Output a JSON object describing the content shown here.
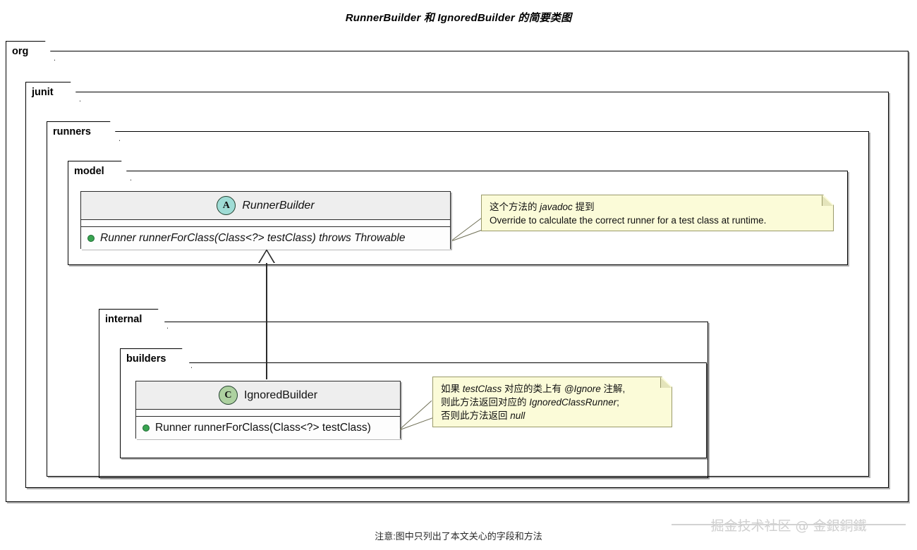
{
  "diagram": {
    "title": "RunnerBuilder 和 IgnoredBuilder 的简要类图",
    "footer": "注意:图中只列出了本文关心的字段和方法",
    "watermark": "掘金技术社区 @ 金銀銅鐵"
  },
  "packages": {
    "org": "org",
    "junit": "junit",
    "runners": "runners",
    "model": "model",
    "internal": "internal",
    "builders": "builders"
  },
  "classes": [
    {
      "name": "RunnerBuilder",
      "stereotype_letter": "A",
      "kind": "abstract",
      "badge_color": "#9fdcd5",
      "method": "Runner runnerForClass(Class<?> testClass) throws Throwable",
      "visibility": "public"
    },
    {
      "name": "IgnoredBuilder",
      "stereotype_letter": "C",
      "kind": "class",
      "badge_color": "#add1a0",
      "method": "Runner runnerForClass(Class<?> testClass)",
      "visibility": "public"
    }
  ],
  "notes": [
    {
      "id": "note-runnerbuilder",
      "lines": [
        [
          {
            "t": "这个方法的 ",
            "i": false
          },
          {
            "t": "javadoc",
            "i": true
          },
          {
            "t": " 提到",
            "i": false
          }
        ],
        [
          {
            "t": "Override to calculate the correct runner for a test class at runtime.",
            "i": false
          }
        ]
      ]
    },
    {
      "id": "note-ignoredbuilder",
      "lines": [
        [
          {
            "t": "如果 ",
            "i": false
          },
          {
            "t": "testClass",
            "i": true
          },
          {
            "t": " 对应的类上有 ",
            "i": false
          },
          {
            "t": "@Ignore",
            "i": true
          },
          {
            "t": " 注解,",
            "i": false
          }
        ],
        [
          {
            "t": "则此方法返回对应的 ",
            "i": false
          },
          {
            "t": "IgnoredClassRunner",
            "i": true
          },
          {
            "t": ";",
            "i": false
          }
        ],
        [
          {
            "t": "否则此方法返回 ",
            "i": false
          },
          {
            "t": "null",
            "i": true
          }
        ]
      ]
    }
  ],
  "relations": [
    {
      "type": "generalization",
      "from": "IgnoredBuilder",
      "to": "RunnerBuilder"
    }
  ],
  "colors": {
    "note_fill": "#fbfbd8",
    "note_border": "#9a9a6a",
    "class_header": "#eeeeee",
    "visibility_public": "#38a350",
    "border": "#000000"
  }
}
